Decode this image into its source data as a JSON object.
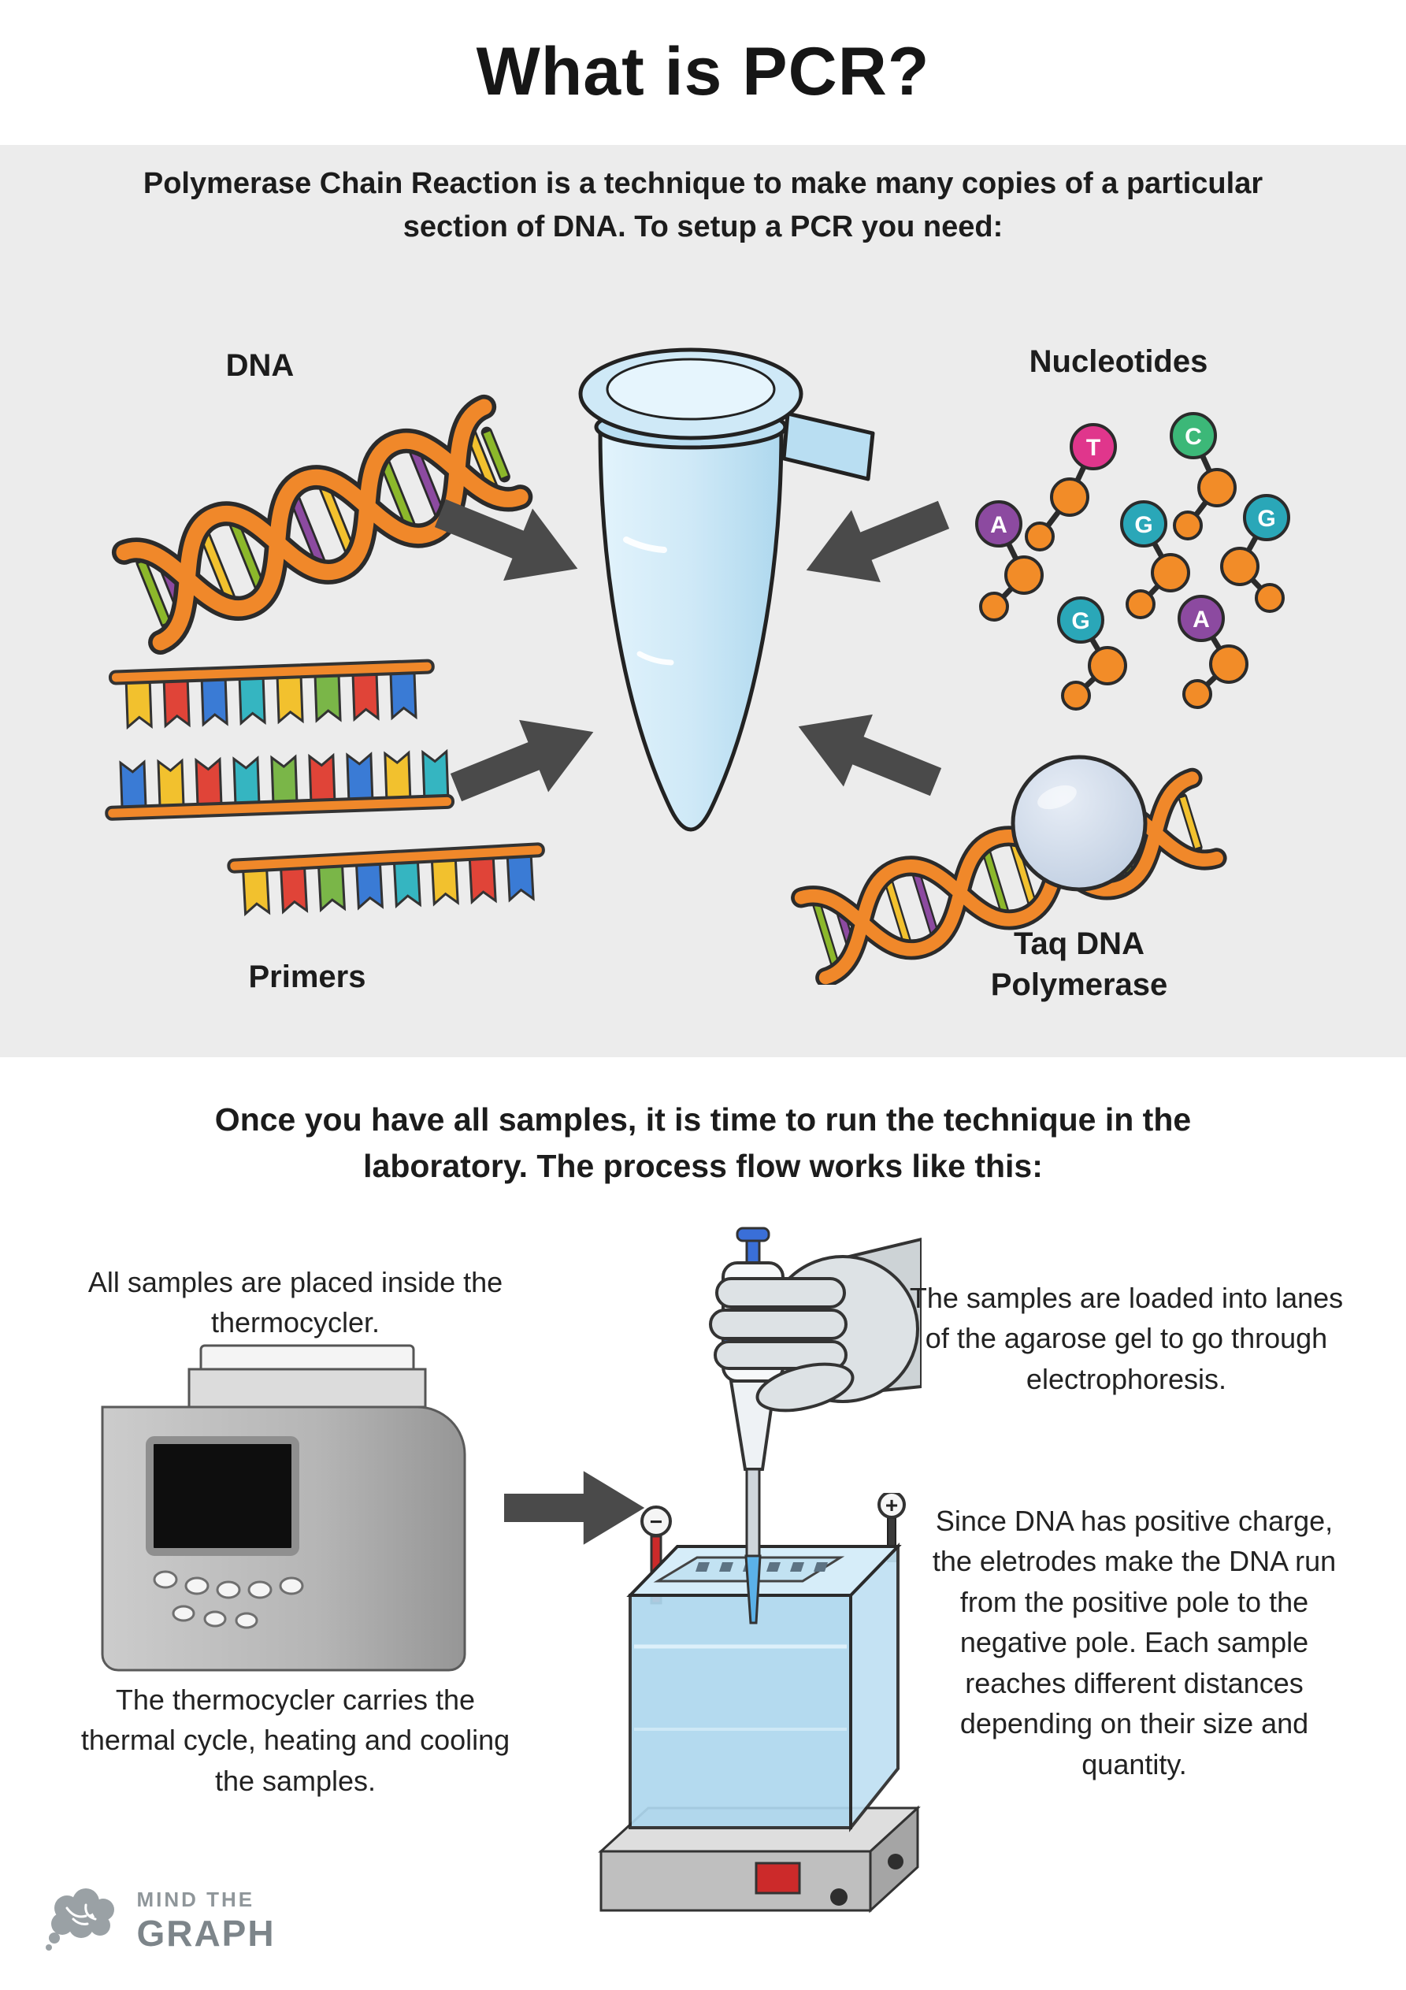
{
  "header": {
    "title": "What is PCR?"
  },
  "intro": {
    "text": "Polymerase Chain Reaction is a technique to make many copies of a particular section of DNA. To setup a PCR you need:"
  },
  "ingredients": {
    "dna": {
      "label": "DNA"
    },
    "nucleotides": {
      "label": "Nucleotides",
      "bases": [
        {
          "letter": "A",
          "color": "#8c4aa0"
        },
        {
          "letter": "T",
          "color": "#e0368c"
        },
        {
          "letter": "C",
          "color": "#3cb878"
        },
        {
          "letter": "G",
          "color": "#2aa7b8"
        },
        {
          "letter": "G",
          "color": "#2aa7b8"
        },
        {
          "letter": "G",
          "color": "#2aa7b8"
        },
        {
          "letter": "A",
          "color": "#8c4aa0"
        }
      ]
    },
    "primers": {
      "label": "Primers"
    },
    "taq": {
      "label_line1": "Taq DNA",
      "label_line2": "Polymerase"
    }
  },
  "process": {
    "intro": "Once you have all samples, it is time to run the technique in the laboratory. The process flow works like this:",
    "step_thermocycler_load": "All samples are placed inside the thermocycler.",
    "step_thermocycler_cycle": "The thermocycler carries the thermal cycle, heating and cooling the samples.",
    "step_gel_load": "The samples are loaded into lanes of the agarose gel to go through electrophoresis.",
    "step_electrophoresis": "Since DNA has positive charge, the eletrodes make the DNA run from the positive pole to the negative pole. Each sample reaches different distances depending on their size and quantity.",
    "electrodes": {
      "negative": "−",
      "positive": "+"
    }
  },
  "footer": {
    "brand_top": "MIND THE",
    "brand_bottom": "GRAPH"
  },
  "colors": {
    "section_bg": "#ececec",
    "arrow": "#4a4a4a",
    "tube_blue": "#cfe9f7",
    "helix_orange": "#f0882a",
    "text": "#1f1f1f"
  }
}
